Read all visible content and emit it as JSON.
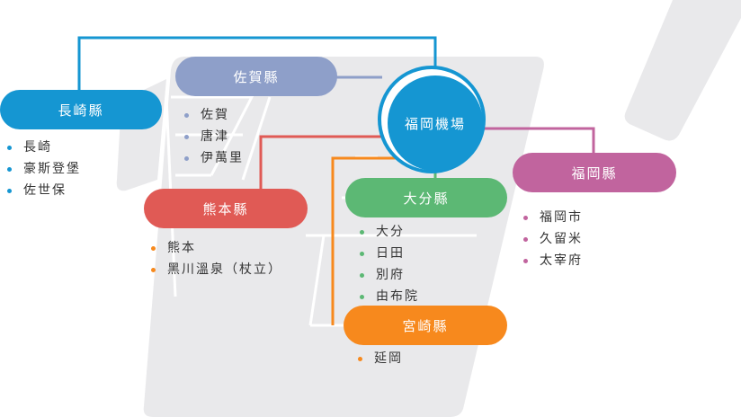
{
  "hub": {
    "label": "福岡機場",
    "color": "#1596d2"
  },
  "prefectures": [
    {
      "id": "nagasaki",
      "label": "長崎縣",
      "color": "#1596d2",
      "items": [
        "長崎",
        "豪斯登堡",
        "佐世保"
      ]
    },
    {
      "id": "saga",
      "label": "佐賀縣",
      "color": "#8e9fc9",
      "items": [
        "佐賀",
        "唐津",
        "伊萬里"
      ]
    },
    {
      "id": "kumamoto",
      "label": "熊本縣",
      "color": "#e05a55",
      "items": [
        "熊本",
        "黑川溫泉（杖立）"
      ]
    },
    {
      "id": "oita",
      "label": "大分縣",
      "color": "#5cb874",
      "items": [
        "大分",
        "日田",
        "別府",
        "由布院"
      ]
    },
    {
      "id": "miyazaki",
      "label": "宮崎縣",
      "color": "#f7891d",
      "items": [
        "延岡"
      ]
    },
    {
      "id": "fukuoka",
      "label": "福岡縣",
      "color": "#c1649e",
      "items": [
        "福岡市",
        "久留米",
        "太宰府"
      ]
    }
  ]
}
